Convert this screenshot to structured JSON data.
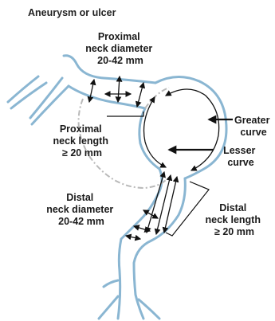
{
  "title": "Aneurysm or ulcer",
  "labels": {
    "proximal_neck_diameter": [
      "Proximal",
      "neck diameter",
      "20-42 mm"
    ],
    "proximal_neck_length": [
      "Proximal",
      "neck length",
      "≥ 20 mm"
    ],
    "greater_curve": [
      "Greater",
      "curve"
    ],
    "lesser_curve": [
      "Lesser",
      "curve"
    ],
    "distal_neck_diameter": [
      "Distal",
      "neck diameter",
      "20-42 mm"
    ],
    "distal_neck_length": [
      "Distal",
      "neck length",
      "≥ 20 mm"
    ]
  },
  "colors": {
    "vessel": "#8ab6d2",
    "dashed": "#b9b9b9",
    "annotation": "#111111"
  }
}
